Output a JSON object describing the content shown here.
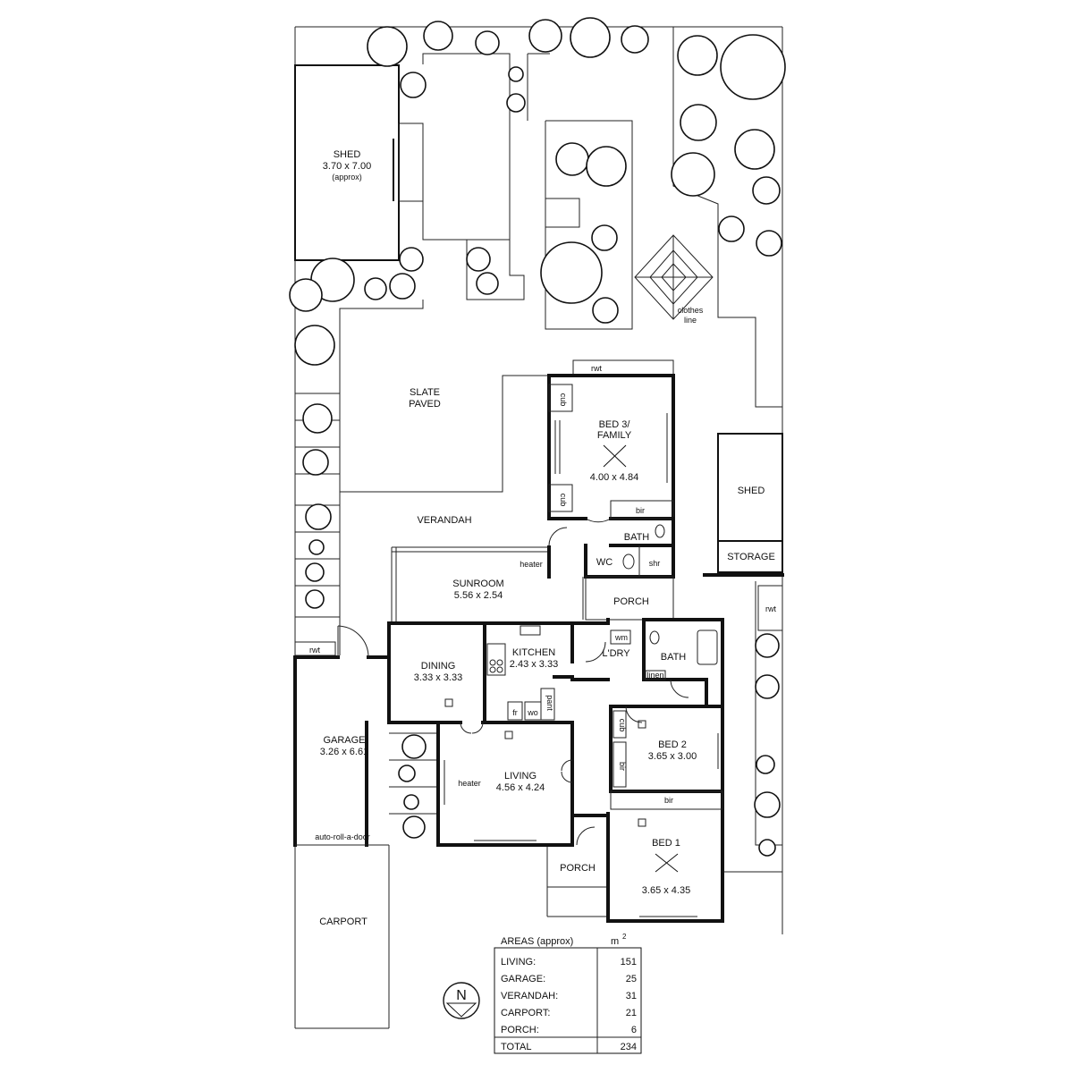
{
  "rooms": {
    "shed_main": {
      "name": "SHED",
      "dims": "3.70 x 7.00",
      "note": "(approx)"
    },
    "slate": {
      "line1": "SLATE",
      "line2": "PAVED"
    },
    "clothes": {
      "line1": "clothes",
      "line2": "line"
    },
    "bed3": {
      "line1": "BED 3/",
      "line2": "FAMILY",
      "dims": "4.00 x 4.84"
    },
    "cub_top": "cub",
    "cub_bottom": "cub",
    "bir_bed3": "bir",
    "bath_upper": "BATH",
    "wc": "WC",
    "shr": "shr",
    "shed_side": "SHED",
    "storage": "STORAGE",
    "verandah": "VERANDAH",
    "sunroom": {
      "name": "SUNROOM",
      "dims": "5.56 x 2.54"
    },
    "heater_sun": "heater",
    "porch_upper": "PORCH",
    "rwt_top": "rwt",
    "rwt_left": "rwt",
    "rwt_right": "rwt",
    "dining": {
      "name": "DINING",
      "dims": "3.33 x 3.33"
    },
    "kitchen": {
      "name": "KITCHEN",
      "dims": "2.43 x 3.33"
    },
    "fr": "fr",
    "wo": "wo",
    "pant": "pant",
    "wm": "wm",
    "ldry": "L'DRY",
    "bath_lower": "BATH",
    "linen": "linen",
    "garage": {
      "name": "GARAGE",
      "dims": "3.26 x 6.61"
    },
    "roll_door": "auto-roll-a-door",
    "living": {
      "name": "LIVING",
      "dims": "4.56 x 4.24"
    },
    "heater_living": "heater",
    "bed2": {
      "name": "BED 2",
      "dims": "3.65 x 3.00"
    },
    "cub_bed2": "cub",
    "bir_bed2": "bir",
    "bir_bed1": "bir",
    "bed1": {
      "name": "BED 1",
      "dims": "3.65 x 4.35"
    },
    "porch_lower": "PORCH",
    "carport": "CARPORT"
  },
  "north": "N",
  "areas": {
    "title": "AREAS (approx)",
    "unit": "m",
    "unit_sup": "2",
    "rows": [
      {
        "label": "LIVING:",
        "value": "151"
      },
      {
        "label": "GARAGE:",
        "value": "25"
      },
      {
        "label": "VERANDAH:",
        "value": "31"
      },
      {
        "label": "CARPORT:",
        "value": "21"
      },
      {
        "label": "PORCH:",
        "value": "6"
      }
    ],
    "total_label": "TOTAL",
    "total_value": "234"
  },
  "colors": {
    "line": "#111111",
    "background": "#ffffff"
  }
}
